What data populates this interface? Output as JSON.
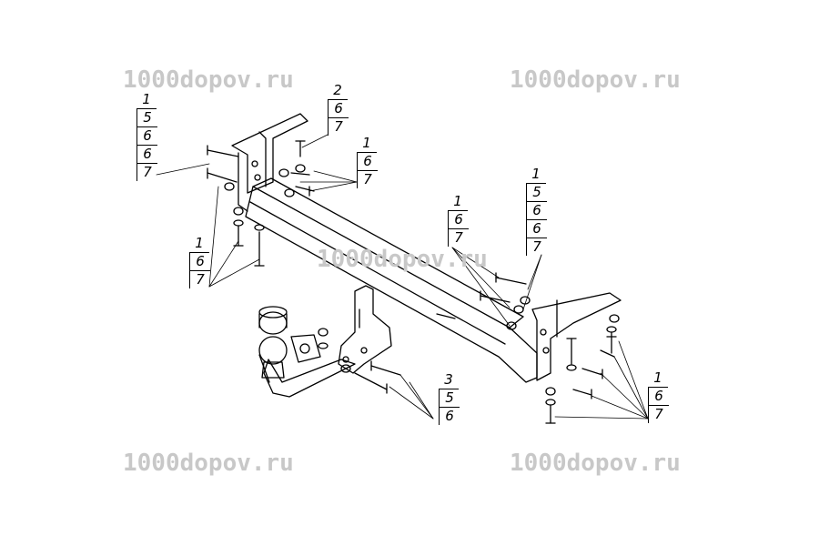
{
  "watermark": "1000dopov.ru",
  "callouts": {
    "left_top": [
      "1",
      "5",
      "6",
      "6",
      "7"
    ],
    "upper_center": [
      "2",
      "6",
      "7"
    ],
    "upper_right_of_center": [
      "1",
      "6",
      "7"
    ],
    "left_lower": [
      "1",
      "6",
      "7"
    ],
    "middle": [
      "1",
      "6",
      "7"
    ],
    "right_top": [
      "1",
      "5",
      "6",
      "6",
      "7"
    ],
    "bottom_center": [
      "3",
      "5",
      "6"
    ],
    "bottom_right": [
      "1",
      "6",
      "7"
    ]
  },
  "colors": {
    "watermark": "#c8c8c8",
    "lines": "#000000",
    "background": "#ffffff"
  }
}
